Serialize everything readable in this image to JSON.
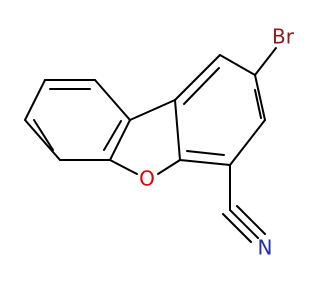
{
  "colors": {
    "bond": "#000000",
    "oxygen": "#e00000",
    "bromine": "#8b1a1a",
    "nitrogen": "#1f2fb4"
  },
  "atoms": {
    "oxygen": "O",
    "bromine": "Br",
    "nitrogen": "N"
  }
}
